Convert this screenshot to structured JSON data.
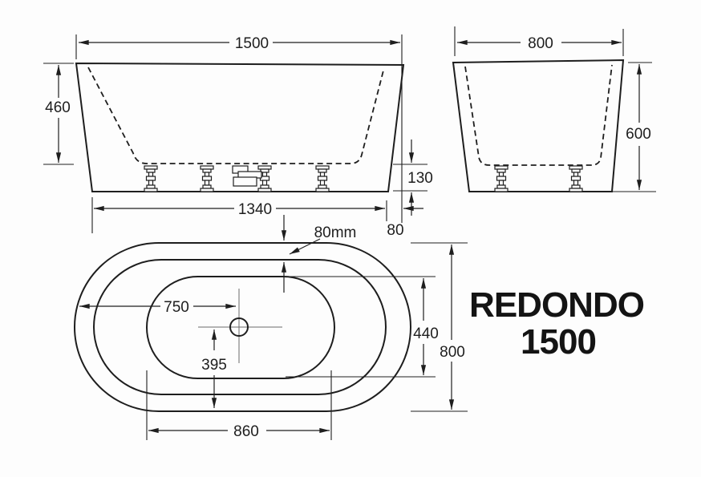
{
  "colors": {
    "line": "#1e1e1e",
    "background": "#fdfdfd"
  },
  "title": {
    "model": "REDONDO",
    "size": "1500"
  },
  "front_view": {
    "dim_overall_length": "1500",
    "dim_height_rim_to_basin_floor": "460",
    "dim_base_length": "1340",
    "dim_basin_floor_to_base": "130",
    "dim_base_inset": "80"
  },
  "side_view": {
    "dim_overall_width": "800",
    "dim_overall_height": "600"
  },
  "plan_view": {
    "dim_rim_width": "80mm",
    "dim_drain_centre_from_left": "750",
    "dim_drain_centre_from_bottom": "395",
    "dim_inner_length": "860",
    "dim_inner_width": "440",
    "dim_overall_width": "800"
  }
}
